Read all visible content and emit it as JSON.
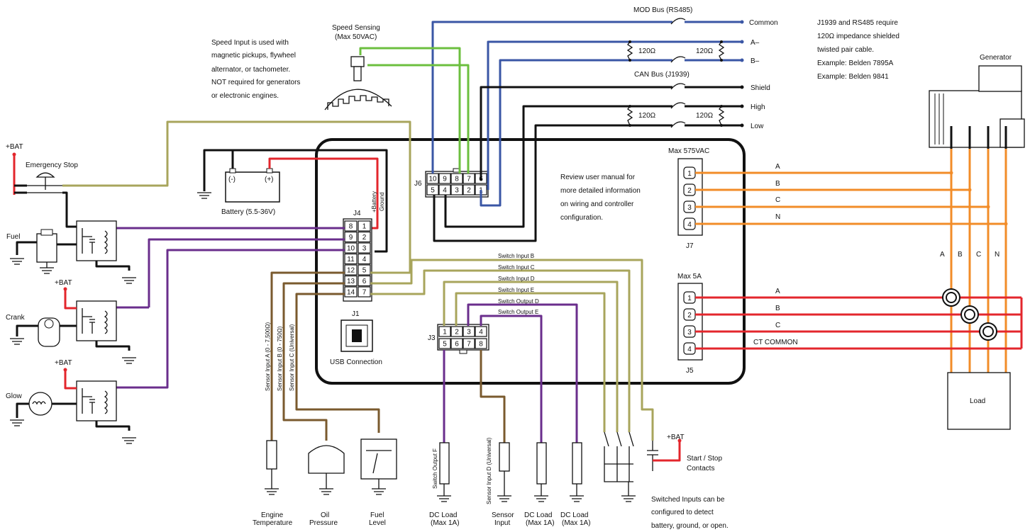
{
  "colors": {
    "black": "#111111",
    "blue": "#3a56a5",
    "green": "#6cbf3f",
    "olive": "#a8a55c",
    "purple": "#6a2e8c",
    "brown": "#7a5a2e",
    "red": "#e3262c",
    "orange": "#f28c28"
  },
  "notes": {
    "speed_input": [
      "Speed Input is used with",
      "magnetic pickups, flywheel",
      "alternator, or tachometer.",
      "NOT required for generators",
      "or electronic engines."
    ],
    "speed_sensing": [
      "Speed Sensing",
      "(Max 50VAC)"
    ],
    "cable": [
      "J1939 and RS485 require",
      "120Ω impedance shielded",
      "twisted pair cable.",
      "Example: Belden 7895A",
      "Example: Belden 9841"
    ],
    "review": [
      "Review user manual for",
      "more detailed information",
      "on wiring and controller",
      "configuration."
    ],
    "switched": [
      "Switched Inputs can be",
      "configured to detect",
      "battery, ground, or open."
    ]
  },
  "buses": {
    "mod_bus": "MOD Bus (RS485)",
    "can_bus": "CAN Bus (J1939)",
    "common": "Common",
    "a_minus": "A–",
    "b_minus": "B–",
    "shield": "Shield",
    "high": "High",
    "low": "Low",
    "resistor": "120Ω"
  },
  "left": {
    "bat": "+BAT",
    "emergency_stop": "Emergency Stop",
    "fuel": "Fuel",
    "crank": "Crank",
    "glow": "Glow",
    "battery": "Battery (5.5-36V)",
    "neg": "(-)",
    "pos": "(+)"
  },
  "connectors": {
    "j4": "J4",
    "j6": "J6",
    "j1": "J1",
    "j3": "J3",
    "j7": "J7",
    "j5": "J5",
    "usb": "USB Connection",
    "battery_pos": "+Battery",
    "ground": "Ground",
    "j4_left": [
      "8",
      "9",
      "10",
      "11",
      "12",
      "13",
      "14"
    ],
    "j4_right": [
      "1",
      "2",
      "3",
      "4",
      "5",
      "6",
      "7"
    ],
    "j6_top": [
      "10",
      "9",
      "8",
      "7",
      "6"
    ],
    "j6_bottom": [
      "5",
      "4",
      "3",
      "2",
      "1"
    ],
    "j3_top": [
      "1",
      "2",
      "3",
      "4"
    ],
    "j3_bottom": [
      "5",
      "6",
      "7",
      "8"
    ],
    "j7_pins": [
      "1",
      "2",
      "3",
      "4"
    ],
    "j5_pins": [
      "1",
      "2",
      "3",
      "4"
    ]
  },
  "switch_labels": [
    "Switch Input B",
    "Switch Input C",
    "Switch Input D",
    "Switch Input E",
    "Switch Output D",
    "Switch Output E"
  ],
  "sensor_labels": [
    "Sensor Input A (0 - 7,500Ω)",
    "Sensor Input B (0 - 750Ω)",
    "Sensor Input C (Universal)"
  ],
  "vertical_labels": {
    "switch_output_f": "Switch Output F",
    "sensor_input_d": "Sensor Input D (Universal)"
  },
  "bottom": {
    "engine_temp": [
      "Engine",
      "Temperature"
    ],
    "oil": [
      "Oil",
      "Pressure"
    ],
    "fuel_level": [
      "Fuel",
      "Level"
    ],
    "dc_load": [
      "DC Load",
      "(Max 1A)"
    ],
    "sensor_input": [
      "Sensor",
      "Input"
    ],
    "bat": "+BAT",
    "start_stop": [
      "Start / Stop",
      "Contacts"
    ]
  },
  "right": {
    "max_vac": "Max 575VAC",
    "max_a": "Max 5A",
    "phases": [
      "A",
      "B",
      "C",
      "N"
    ],
    "ct": [
      "A",
      "B",
      "C",
      "CT COMMON"
    ],
    "generator": "Generator",
    "load": "Load"
  }
}
